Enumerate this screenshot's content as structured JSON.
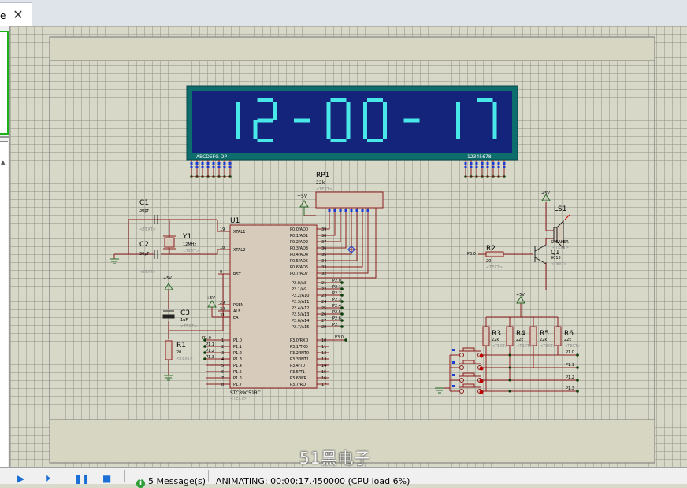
{
  "tab": {
    "label": "e"
  },
  "display": {
    "digits": [
      "1",
      "2",
      "-",
      "0",
      "0",
      "-",
      "1",
      "7"
    ],
    "seg_label": "ABCDEFG DP",
    "dig_label": "12345678",
    "color": "#48e8e8"
  },
  "parts": {
    "rp1": {
      "ref": "RP1",
      "value": "22k",
      "text": "<TEXT>"
    },
    "c1": {
      "ref": "C1",
      "value": "30pF",
      "text": "<TEXT>"
    },
    "c2": {
      "ref": "C2",
      "value": "30pF",
      "text": "<TEXT>"
    },
    "y1": {
      "ref": "Y1",
      "value": "12MHz",
      "text": "<TEXT>"
    },
    "c3": {
      "ref": "C3",
      "value": "1uF",
      "text": "<TEXT>"
    },
    "r1": {
      "ref": "R1",
      "value": "20",
      "text": "<TEXT>"
    },
    "u1": {
      "ref": "U1",
      "value": "STC89C51RC",
      "text": "<TEXT>"
    },
    "ls1": {
      "ref": "LS1",
      "value": "SPEAKER",
      "text": "<TEXT>"
    },
    "r2": {
      "ref": "R2",
      "value": "20",
      "text": "<TEXT>"
    },
    "q1": {
      "ref": "Q1",
      "value": "9013",
      "text": "<TEXT>"
    },
    "r3": {
      "ref": "R3",
      "value": "22k",
      "text": "<TEXT>"
    },
    "r4": {
      "ref": "R4",
      "value": "22k",
      "text": "<TEXT>"
    },
    "r5": {
      "ref": "R5",
      "value": "22k",
      "text": "<TEXT>"
    },
    "r6": {
      "ref": "R6",
      "value": "22k",
      "text": "<TEXT>"
    }
  },
  "power": {
    "vcc": "+5V"
  },
  "u1_pins": {
    "xtal1": "XTAL1",
    "xtal2": "XTAL2",
    "rst": "RST",
    "psen": "PSEN",
    "ale": "ALE",
    "ea": "EA",
    "n19": "19",
    "n18": "18",
    "n9": "9",
    "n29": "29",
    "n30": "30",
    "n31": "31",
    "p0": [
      "P0.0/AD0",
      "P0.1/AD1",
      "P0.2/AD2",
      "P0.3/AD3",
      "P0.4/AD4",
      "P0.5/AD5",
      "P0.6/AD6",
      "P0.7/AD7"
    ],
    "p0n": [
      "39",
      "38",
      "37",
      "36",
      "35",
      "34",
      "33",
      "32"
    ],
    "p2": [
      "P2.0/A8",
      "P2.1/A9",
      "P2.2/A10",
      "P2.3/A11",
      "P2.4/A12",
      "P2.5/A13",
      "P2.6/A14",
      "P2.7/A15"
    ],
    "p2n": [
      "21",
      "22",
      "23",
      "24",
      "25",
      "26",
      "27",
      "28"
    ],
    "p2net": [
      "P2.0",
      "P2.1",
      "P2.2",
      "P2.3",
      "P2.4",
      "P2.5",
      "P2.6",
      "P2.7"
    ],
    "p1": [
      "P1.0",
      "P1.1",
      "P1.2",
      "P1.3",
      "P1.4",
      "P1.5",
      "P1.6",
      "P1.7"
    ],
    "p1n": [
      "1",
      "2",
      "3",
      "4",
      "5",
      "6",
      "7",
      "8"
    ],
    "p3": [
      "P3.0/RXD",
      "P3.1/TXD",
      "P3.2/INT0",
      "P3.3/INT1",
      "P3.4/T0",
      "P3.5/T1",
      "P3.6/WR",
      "P3.7/RD"
    ],
    "p3n": [
      "10",
      "11",
      "12",
      "13",
      "14",
      "15",
      "16",
      "17"
    ]
  },
  "nets": {
    "p30": "P3.0",
    "p1_left": [
      "P1.0",
      "P1.1",
      "P1.2",
      "P1.3"
    ],
    "p1_right": [
      "P1.0",
      "P1.1",
      "P1.2",
      "P1.3"
    ]
  },
  "status": {
    "messages": "5 Message(s)",
    "animating": "ANIMATING: 00:00:17.450000 (CPU load 6%)"
  },
  "watermark": "51黑电子"
}
